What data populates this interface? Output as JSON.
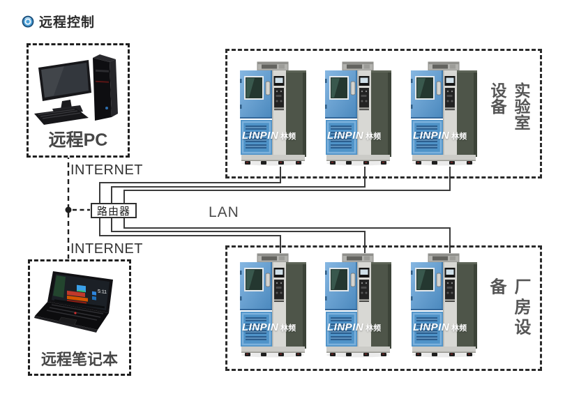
{
  "header": {
    "icon": "concentric-rings-icon",
    "title": "远程控制"
  },
  "remote_pc": {
    "label": "远程PC",
    "image": "desktop-pc"
  },
  "remote_laptop": {
    "label": "远程笔记本",
    "image": "thinkpad-laptop",
    "screen_clock": "5:11"
  },
  "network": {
    "internet_top": "INTERNET",
    "internet_bottom": "INTERNET",
    "router_label": "路由器",
    "lan_label": "LAN"
  },
  "groups": {
    "lab": {
      "label": "实验室设备",
      "chamber_count": 3
    },
    "factory": {
      "label": "厂房设备",
      "chamber_count": 3
    }
  },
  "chamber_brand": {
    "en": "LINPIN",
    "cn": "林频"
  },
  "colors": {
    "door_blue": "#5b9bd5",
    "louver_blue": "#4f93c8",
    "side_panel_olive": "#4e5549",
    "wire_line": "#3a3a3a",
    "label_gray": "#565656",
    "brand_white": "#ffffff",
    "icon_blue": "#4aa0d8"
  }
}
